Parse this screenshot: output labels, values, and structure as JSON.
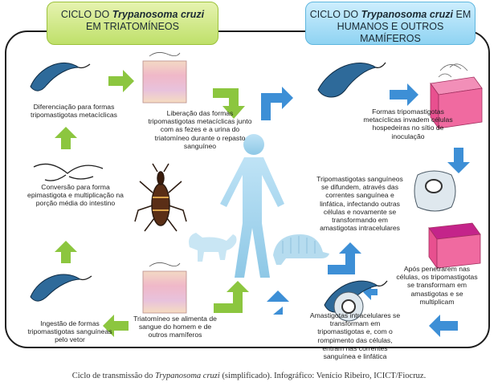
{
  "header_left": {
    "line1_prefix": "CICLO DO ",
    "line1_em": "Trypanosoma cruzi",
    "line2": "EM TRIATOMÍNEOS"
  },
  "header_right": {
    "line1_prefix": "CICLO DO ",
    "line1_em": "Trypanosoma cruzi",
    "line1_suffix": " EM",
    "line2": "HUMANOS E OUTROS MAMÍFEROS"
  },
  "labels": {
    "diferenciacao": "Diferenciação para formas tripomastigotas metacíclicas",
    "liberacao": "Liberação das formas tripomastigotas metacíclicas junto com as fezes e a urina do triatomíneo durante o repasto sanguíneo",
    "formas_invadem": "Formas tripomastigotas metacíclicas invadem células hospedeiras no sítio de inoculação",
    "conversao": "Conversão para forma epimastigota e multiplicação na porção média do intestino",
    "difundem": "Tripomastigotas sanguíneos se difundem, através das correntes sanguínea e linfática, infectando outras células e novamente se transformando em amastigotas intracelulares",
    "apos_penetrarem": "Após penetrarem nas células, os tripomastigotas se transformam em amastigotas e se multiplicam",
    "ingestao": "Ingestão de formas tripomastigotas sanguíneas pelo vetor",
    "triatomineo_alimenta": "Triatomíneo se alimenta de sangue do homem e de outros mamíferos",
    "amastigotas_intracelulares": "Amastigotas intracelulares se transformam em tripomastigotas e, com o rompimento das células, entram nas correntes sanguínea e linfática"
  },
  "caption": {
    "prefix": "Ciclo de transmissão do ",
    "em": "Trypanosoma cruzi",
    "suffix": " (simplificado). Infográfico: Venício Ribeiro, ICICT/Fiocruz."
  },
  "colors": {
    "green_arrow": "#8cc63f",
    "blue_arrow": "#3d8fd6",
    "human": "#a9d6ee",
    "cell_pink": "#e8508f"
  }
}
